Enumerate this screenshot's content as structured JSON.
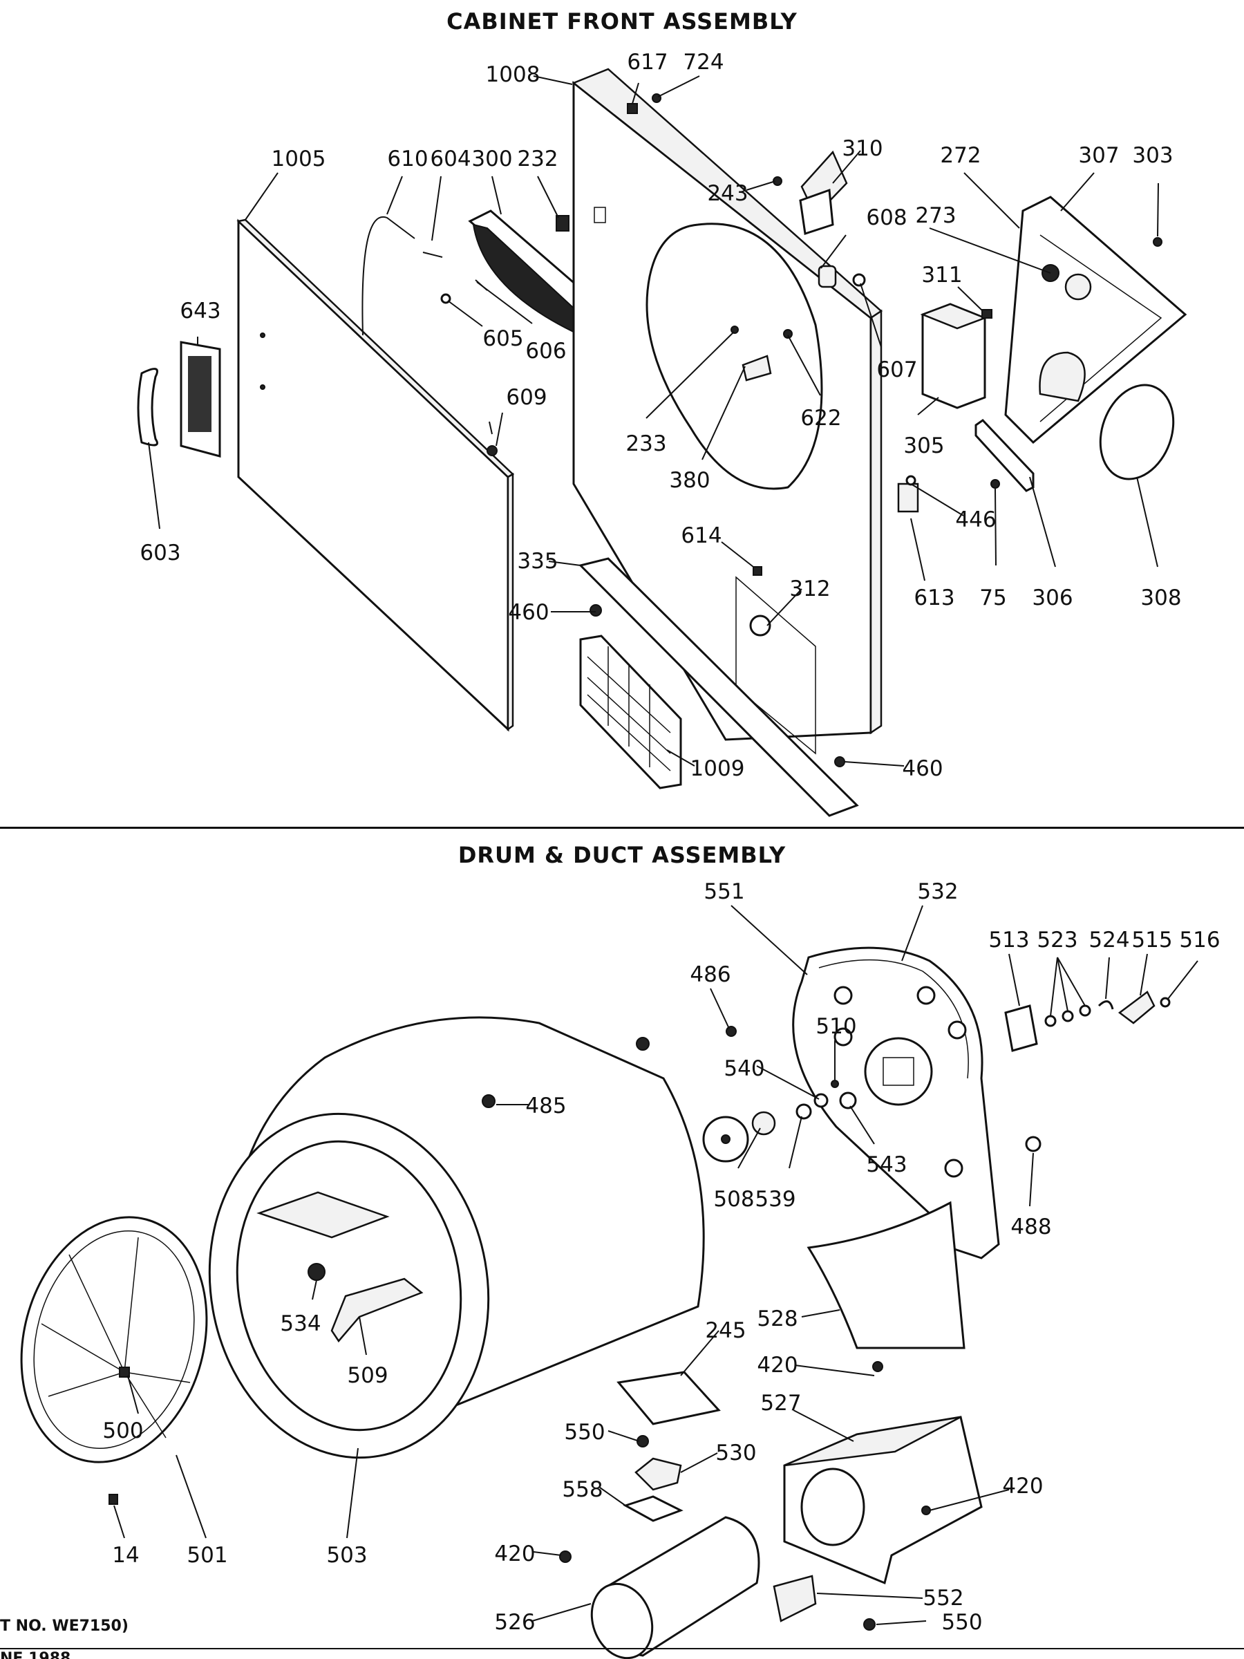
{
  "sections": {
    "cabinet_front": {
      "title": "CABINET FRONT ASSEMBLY",
      "labels": [
        "1008",
        "617",
        "724",
        "1005",
        "610",
        "604",
        "300",
        "232",
        "243",
        "310",
        "608",
        "272",
        "307",
        "303",
        "273",
        "311",
        "643",
        "605",
        "606",
        "607",
        "233",
        "622",
        "305",
        "609",
        "380",
        "603",
        "446",
        "614",
        "613",
        "75",
        "306",
        "308",
        "335",
        "312",
        "460",
        "1009",
        "460"
      ]
    },
    "drum_duct": {
      "title": "DRUM & DUCT ASSEMBLY",
      "labels": [
        "551",
        "532",
        "513",
        "523",
        "524",
        "515",
        "516",
        "486",
        "510",
        "540",
        "485",
        "543",
        "508",
        "539",
        "488",
        "534",
        "509",
        "528",
        "245",
        "420",
        "500",
        "527",
        "550",
        "530",
        "420",
        "558",
        "14",
        "501",
        "503",
        "420",
        "552",
        "526",
        "550"
      ]
    }
  },
  "footer": {
    "note": "T NO. WE7150)",
    "cut": "NE 1988"
  }
}
